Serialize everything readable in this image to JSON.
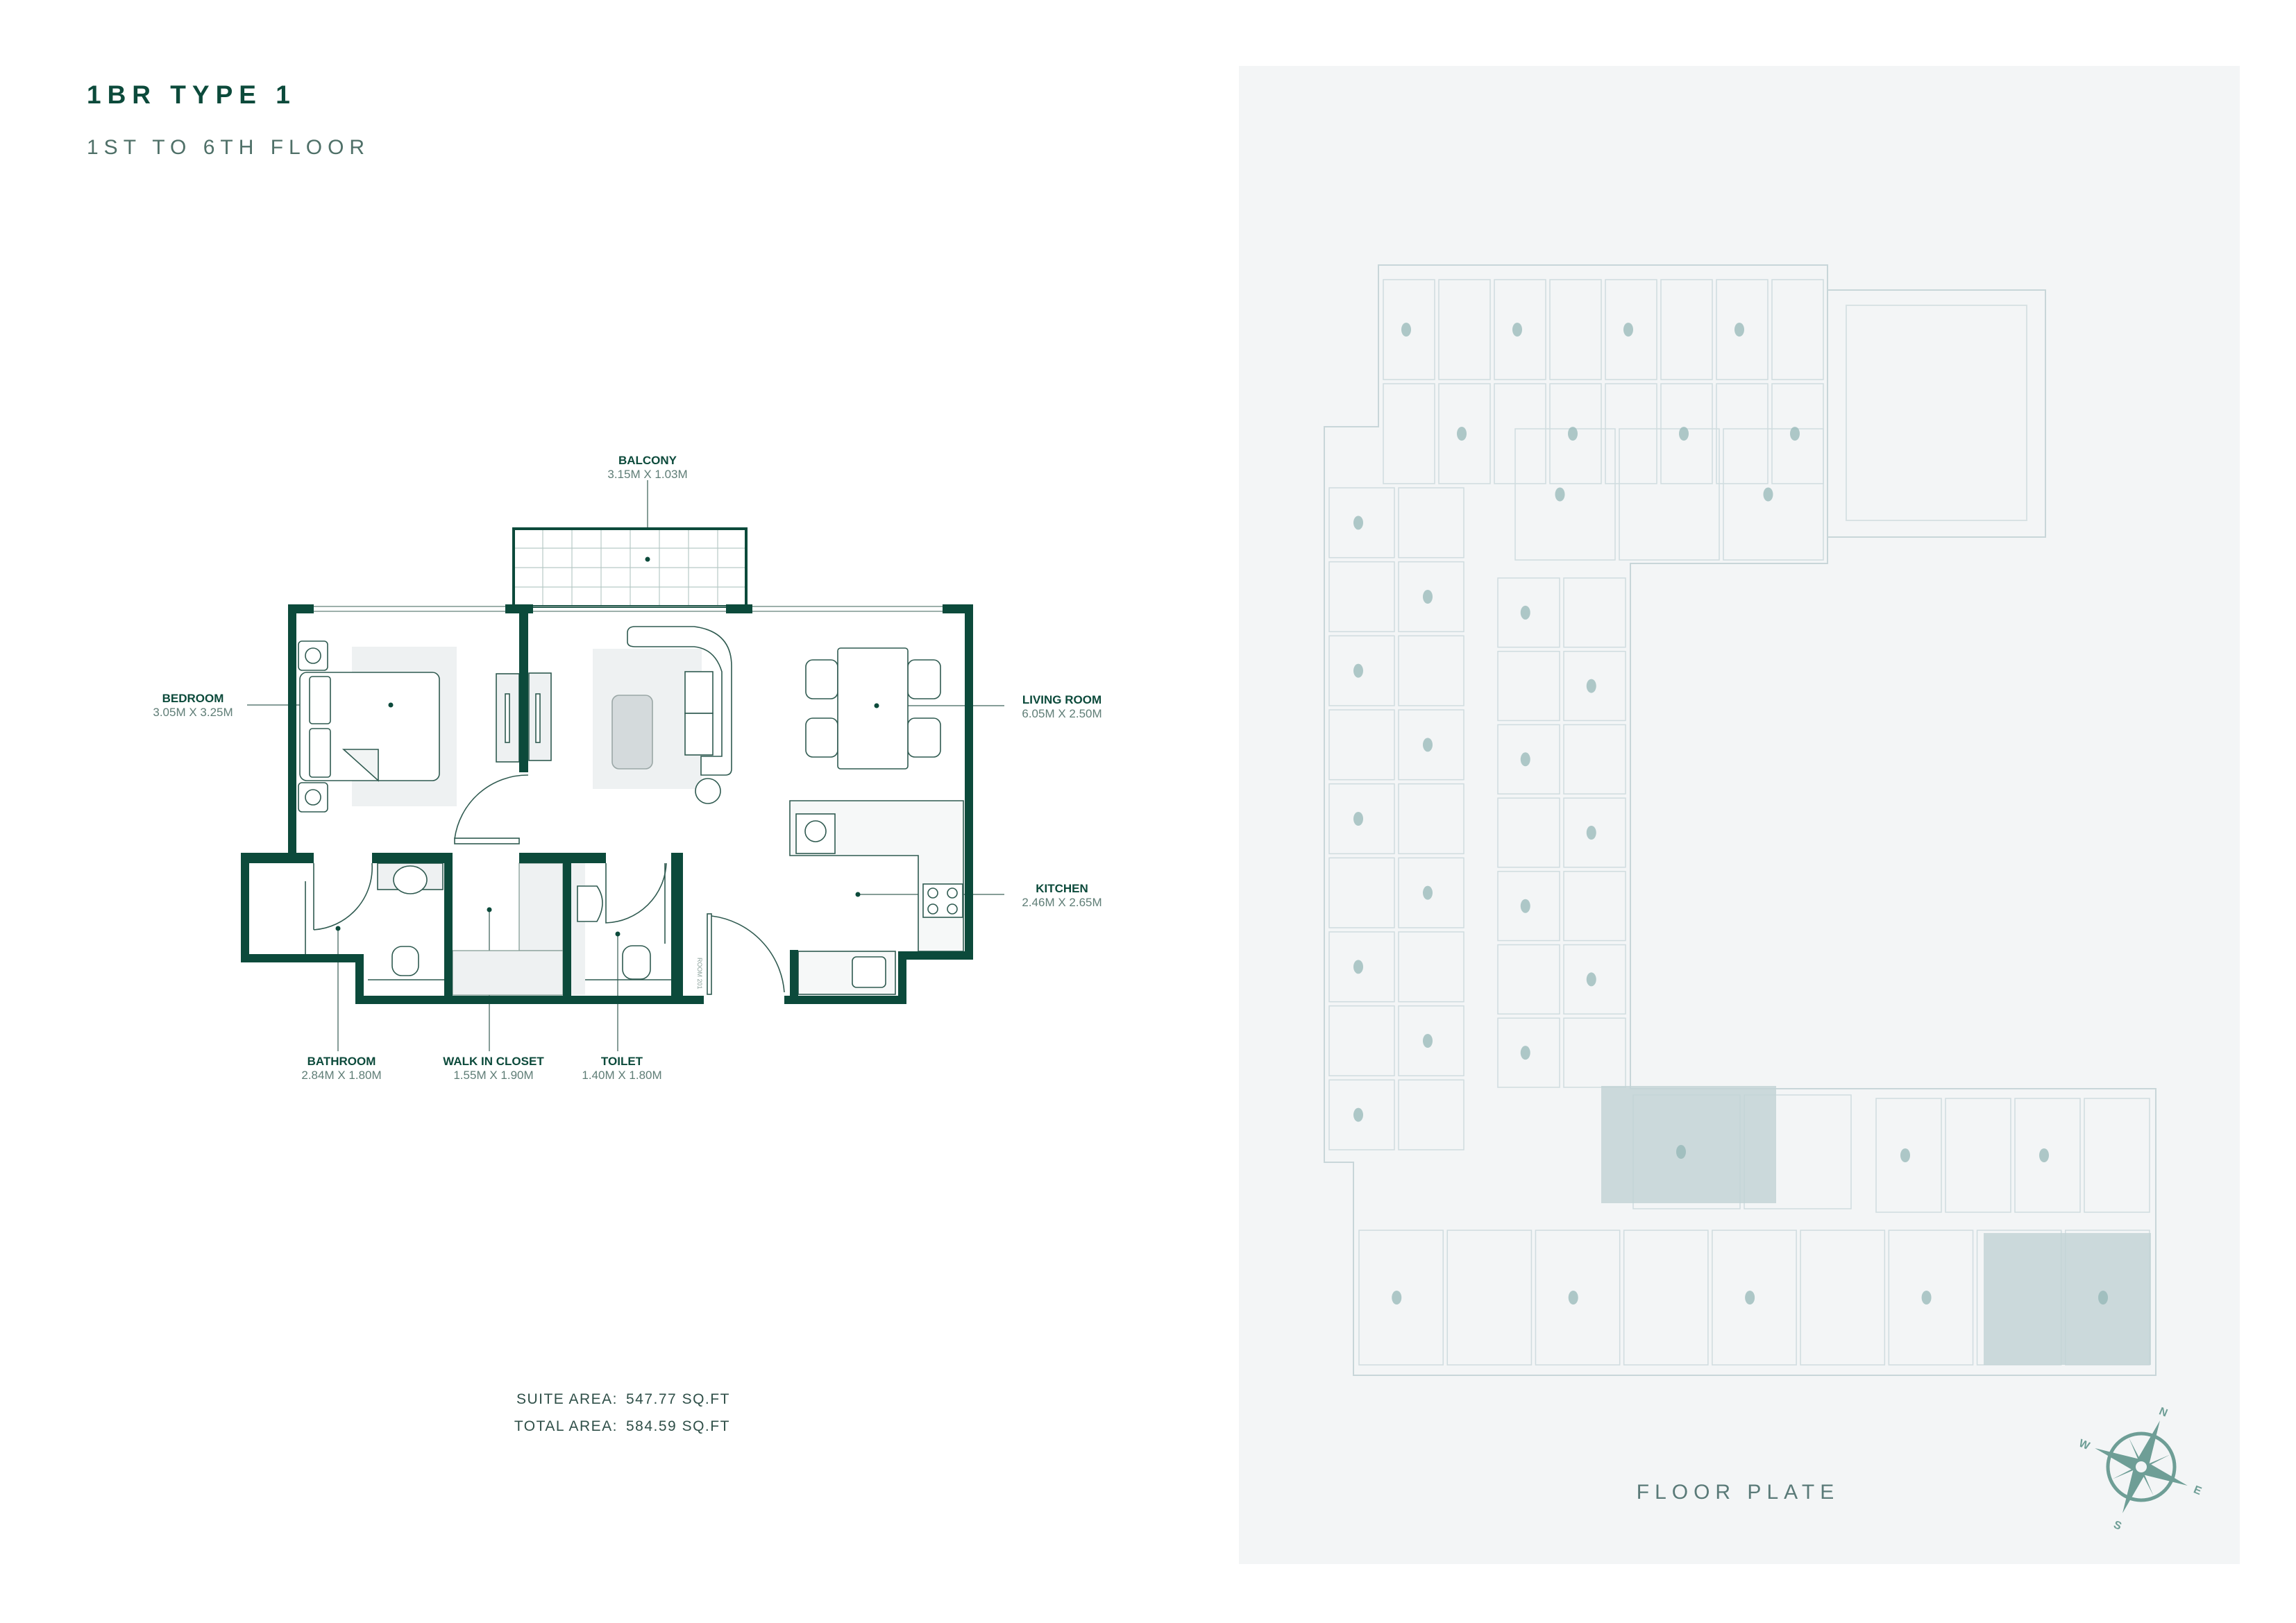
{
  "header": {
    "title": "1BR TYPE 1",
    "subtitle": "1ST TO 6TH FLOOR"
  },
  "rooms": [
    {
      "name": "BALCONY",
      "dims": "3.15M X 1.03M"
    },
    {
      "name": "BEDROOM",
      "dims": "3.05M X 3.25M"
    },
    {
      "name": "LIVING ROOM",
      "dims": "6.05M X 2.50M"
    },
    {
      "name": "KITCHEN",
      "dims": "2.46M X 2.65M"
    },
    {
      "name": "BATHROOM",
      "dims": "2.84M X 1.80M"
    },
    {
      "name": "WALK IN CLOSET",
      "dims": "1.55M X 1.90M"
    },
    {
      "name": "TOILET",
      "dims": "1.40M X 1.80M"
    }
  ],
  "plan_note": "ROOM 201",
  "areas": [
    {
      "label": "SUITE AREA:",
      "value": "547.77 SQ.FT"
    },
    {
      "label": "TOTAL AREA:",
      "value": "584.59 SQ.FT"
    }
  ],
  "floor_plate": {
    "label": "FLOOR PLATE",
    "compass": {
      "n": "N",
      "s": "S",
      "e": "E",
      "w": "W",
      "icon": "compass-rose-icon"
    }
  },
  "colors": {
    "wall": "#0c4a3b",
    "accent": "#6e9e96",
    "panel": "#f3f5f6",
    "highlight": "#c3d3d6"
  }
}
